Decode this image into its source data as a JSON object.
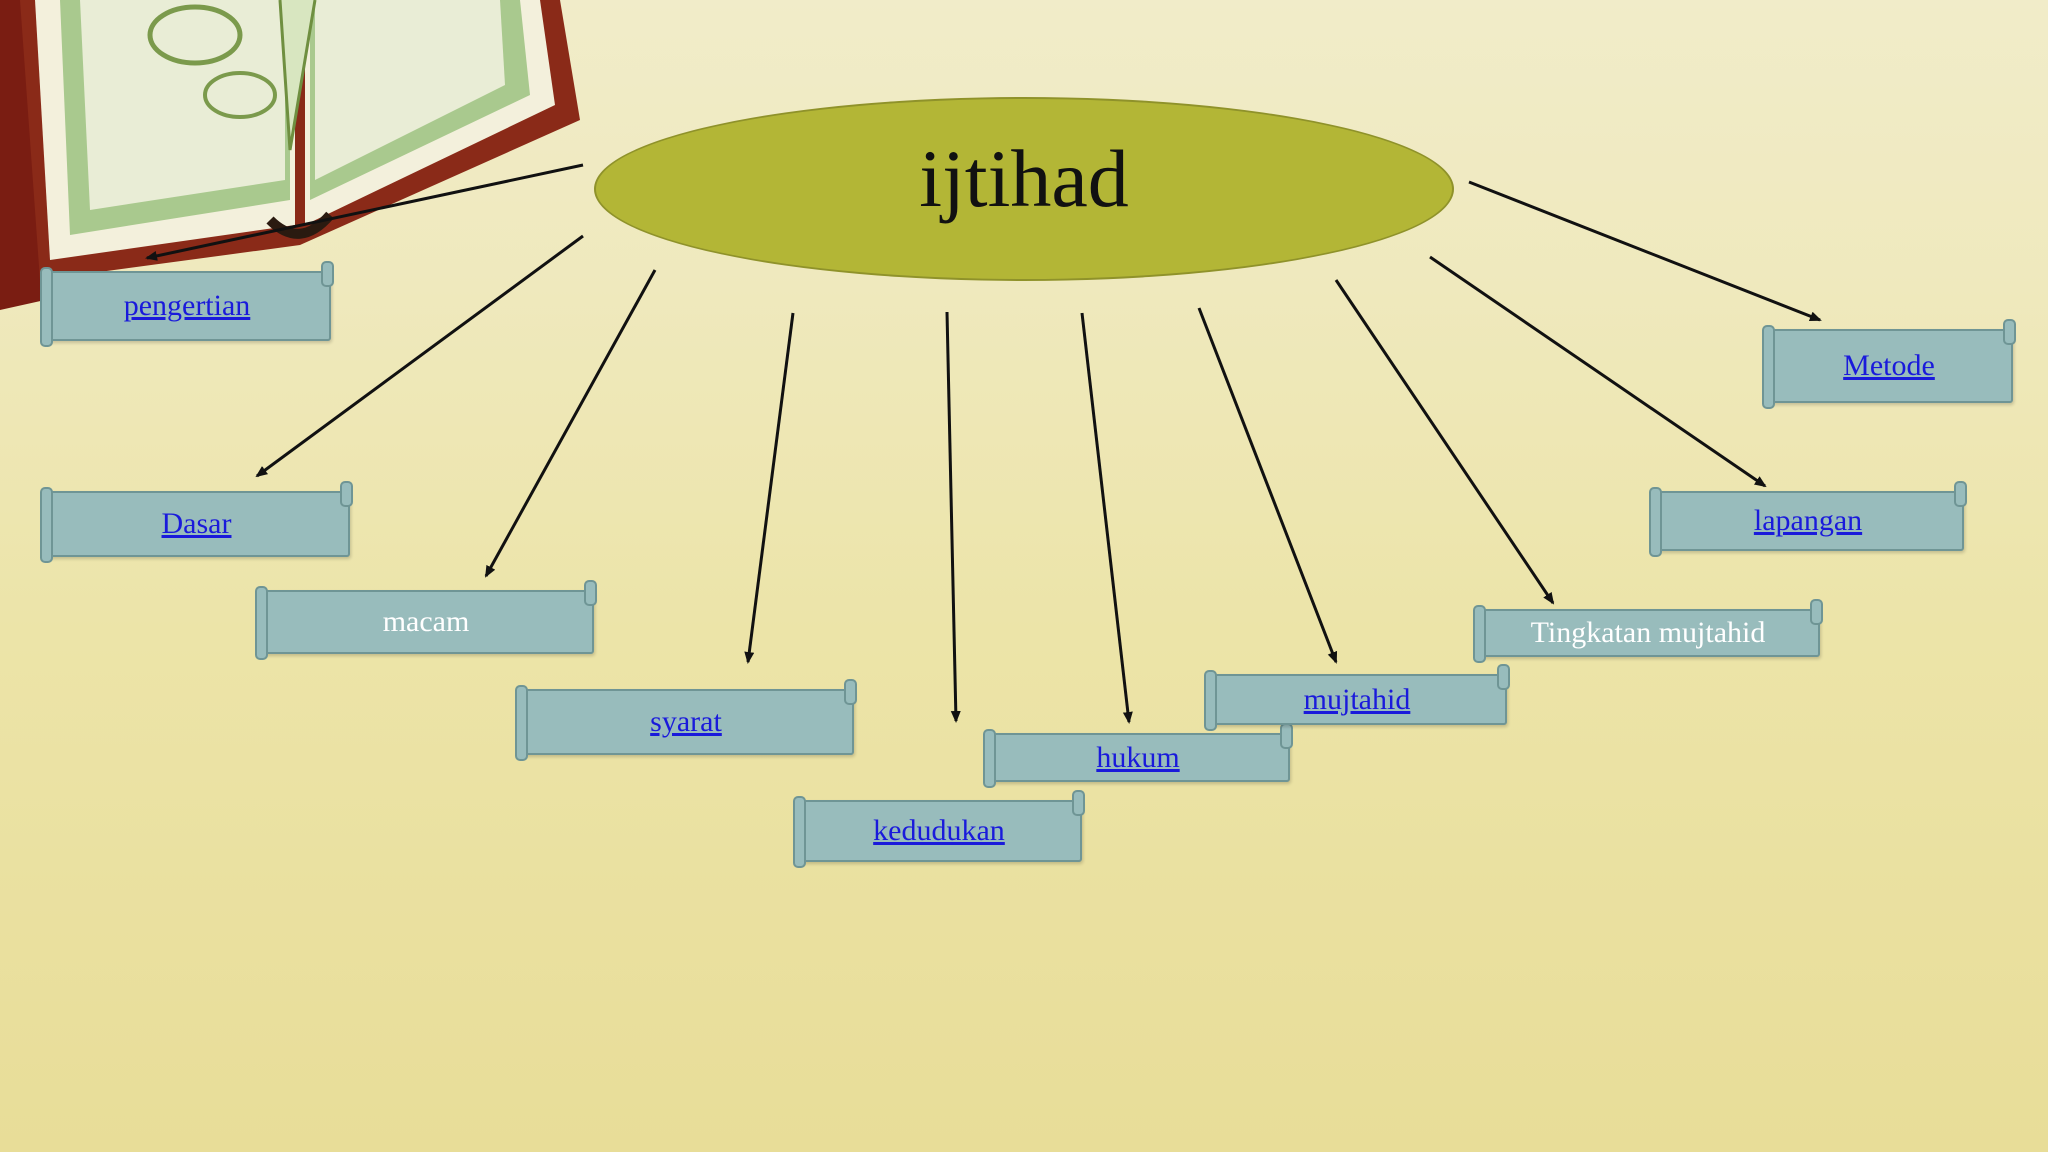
{
  "diagram": {
    "center": {
      "label": "ijtihad",
      "color": "#b3b636"
    },
    "nodes": [
      {
        "id": "pengertian",
        "label": "pengertian",
        "linked": true
      },
      {
        "id": "dasar",
        "label": "Dasar",
        "linked": true
      },
      {
        "id": "macam",
        "label": "macam",
        "linked": false
      },
      {
        "id": "syarat",
        "label": "syarat",
        "linked": true
      },
      {
        "id": "kedudukan",
        "label": "kedudukan",
        "linked": true
      },
      {
        "id": "hukum",
        "label": "hukum",
        "linked": true
      },
      {
        "id": "mujtahid",
        "label": "mujtahid",
        "linked": true
      },
      {
        "id": "tingkatan-mujtahid",
        "label": "Tingkatan mujtahid",
        "linked": false
      },
      {
        "id": "lapangan",
        "label": "lapangan",
        "linked": true
      },
      {
        "id": "metode",
        "label": "Metode",
        "linked": true
      }
    ],
    "node_fill": "#98bcbc",
    "link_color": "#1a1adb",
    "book_icon": "open-book-icon"
  }
}
